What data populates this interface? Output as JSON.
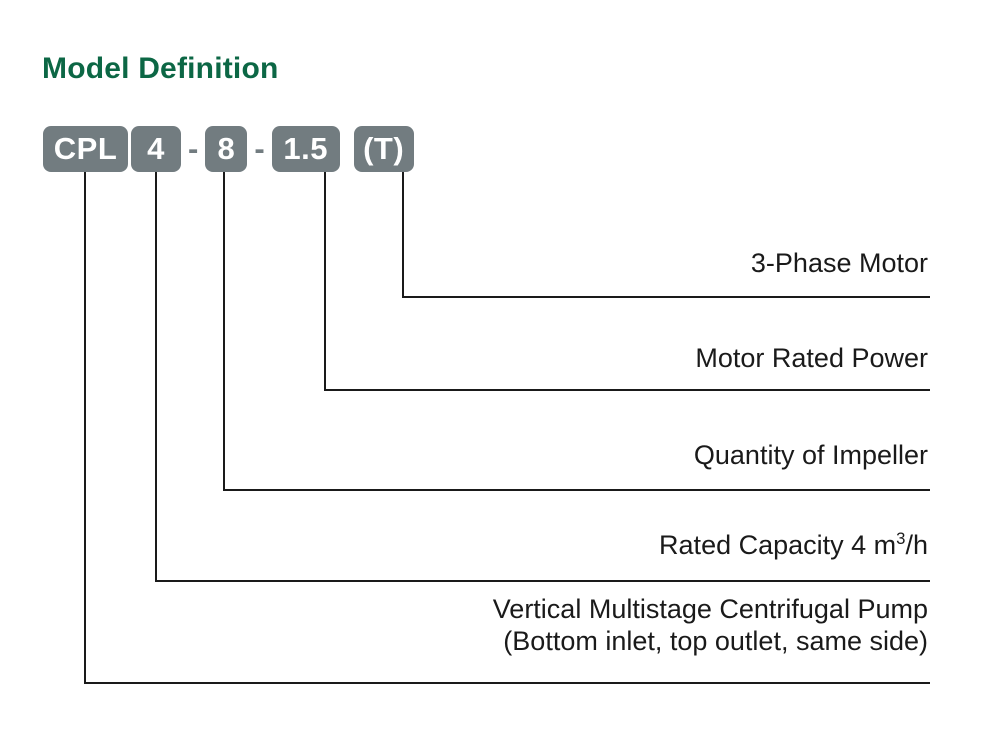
{
  "title": "Model Definition",
  "colors": {
    "title_green": "#0c6745",
    "badge_grey": "#727c80",
    "line_black": "#1a1a1a",
    "badge_text": "#ffffff",
    "background": "#ffffff"
  },
  "model_code": {
    "full": "CPL4-8-1.5(T)",
    "segments": [
      {
        "key": "series",
        "text": "CPL",
        "type": "badge"
      },
      {
        "key": "sep0",
        "text": "",
        "type": "gap-sm"
      },
      {
        "key": "capacity",
        "text": "4",
        "type": "badge"
      },
      {
        "key": "dash1",
        "text": "-",
        "type": "dash"
      },
      {
        "key": "stages",
        "text": "8",
        "type": "badge"
      },
      {
        "key": "dash2",
        "text": "-",
        "type": "dash"
      },
      {
        "key": "power",
        "text": "1.5",
        "type": "badge"
      },
      {
        "key": "sep1",
        "text": "",
        "type": "gap-md"
      },
      {
        "key": "phase",
        "text": "(T)",
        "type": "badge"
      }
    ]
  },
  "callouts": [
    {
      "key": "phase",
      "line1": "3-Phase Motor",
      "line2": "",
      "unit_sup": ""
    },
    {
      "key": "power",
      "line1": "Motor Rated Power",
      "line2": "",
      "unit_sup": ""
    },
    {
      "key": "stages",
      "line1": "Quantity of Impeller",
      "line2": "",
      "unit_sup": ""
    },
    {
      "key": "capacity",
      "line1_a": "Rated Capacity  4 m",
      "line1_b": "/h",
      "unit_sup": "3",
      "line2": ""
    },
    {
      "key": "series",
      "line1": "Vertical Multistage Centrifugal Pump",
      "line2": "(Bottom inlet, top outlet, same side)",
      "unit_sup": ""
    }
  ]
}
